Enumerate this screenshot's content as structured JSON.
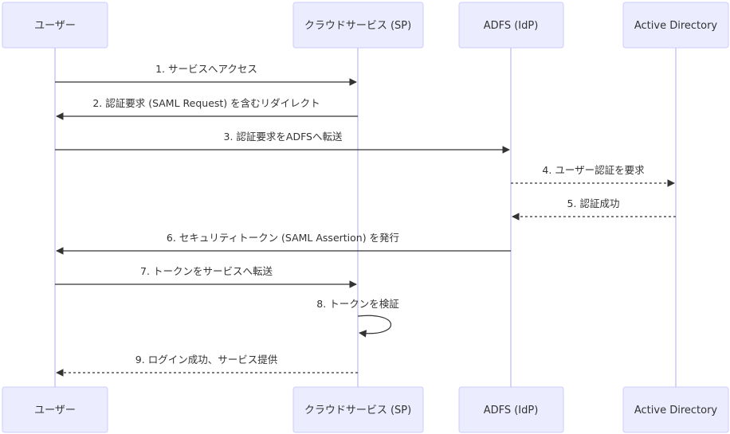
{
  "diagram": {
    "type": "sequence",
    "participants": [
      {
        "id": "user",
        "label": "ユーザー"
      },
      {
        "id": "sp",
        "label": "クラウドサービス (SP)"
      },
      {
        "id": "idp",
        "label": "ADFS (IdP)"
      },
      {
        "id": "ad",
        "label": "Active Directory"
      }
    ],
    "messages": [
      {
        "from": "user",
        "to": "sp",
        "label": "1. サービスへアクセス",
        "style": "solid"
      },
      {
        "from": "sp",
        "to": "user",
        "label": "2. 認証要求 (SAML Request) を含むリダイレクト",
        "style": "solid"
      },
      {
        "from": "user",
        "to": "idp",
        "label": "3. 認証要求をADFSへ転送",
        "style": "solid"
      },
      {
        "from": "idp",
        "to": "ad",
        "label": "4. ユーザー認証を要求",
        "style": "dashed"
      },
      {
        "from": "ad",
        "to": "idp",
        "label": "5. 認証成功",
        "style": "dashed"
      },
      {
        "from": "idp",
        "to": "user",
        "label": "6. セキュリティトークン (SAML Assertion) を発行",
        "style": "solid"
      },
      {
        "from": "user",
        "to": "sp",
        "label": "7. トークンをサービスへ転送",
        "style": "solid"
      },
      {
        "from": "sp",
        "to": "sp",
        "label": "8. トークンを検証",
        "style": "solid"
      },
      {
        "from": "sp",
        "to": "user",
        "label": "9. ログイン成功、サービス提供",
        "style": "dashed"
      }
    ],
    "colors": {
      "actor_fill": "#ECECFF",
      "actor_border": "#CCCCFF",
      "lifeline": "#D5D5F5",
      "arrow": "#333333",
      "text": "#333333"
    }
  }
}
